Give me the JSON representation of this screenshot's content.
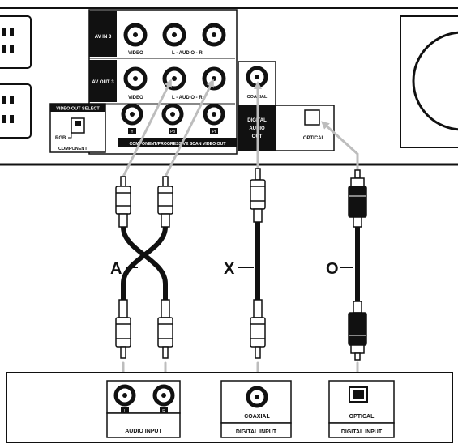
{
  "panel": {
    "av_in3": "AV IN 3",
    "av_out": "AV OUT 3",
    "video": "VIDEO",
    "audio_row1": "L - AUDIO - R",
    "audio_row2": "L - AUDIO - R",
    "video_out_select": "VIDEO OUT SELECT",
    "rgb": "RGB",
    "component": "COMPONENT",
    "component_bar": "COMPONENT/PROGRESSIVE SCAN VIDEO OUT",
    "comp_y": "Y",
    "comp_pb": "Pb",
    "comp_pr": "Pr",
    "coaxial_top": "COAXIAL",
    "digital_audio_out": [
      "DIGITAL",
      "AUDIO",
      "OUT"
    ],
    "optical_top": "OPTICAL"
  },
  "cables": {
    "a": "A",
    "x": "X",
    "o": "O"
  },
  "receiver": {
    "jack_l": "L",
    "jack_r": "R",
    "audio_input": "AUDIO INPUT",
    "coaxial": "COAXIAL",
    "digital_input_1": "DIGITAL INPUT",
    "optical": "OPTICAL",
    "digital_input_2": "DIGITAL INPUT"
  },
  "colors": {
    "ink": "#111111",
    "arrow": "#bdbdbd",
    "paper": "#ffffff"
  }
}
